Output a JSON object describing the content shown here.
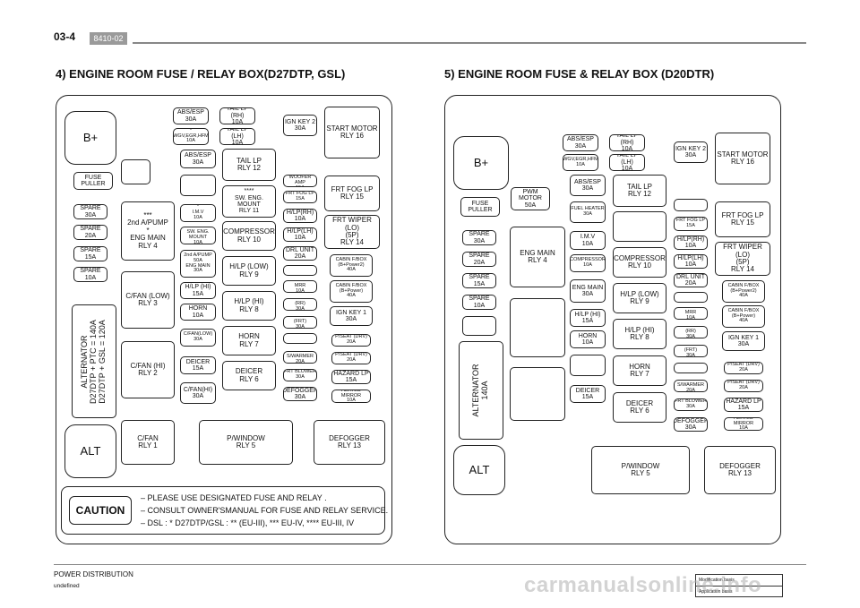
{
  "header": {
    "page": "03-4",
    "code": "8410-02"
  },
  "left": {
    "title": "4) ENGINE ROOM FUSE / RELAY BOX(D27DTP, GSL)",
    "bplus": "B+",
    "alt": "ALT",
    "fuse_puller": "FUSE\nPULLER",
    "spares": [
      "SPARE\n30A",
      "SPARE\n20A",
      "SPARE\n15A",
      "SPARE\n10A"
    ],
    "alternator": "ALTERNATOR\nD27DTP + PTC = 140A\nD27DTP + GSL = 120A",
    "col1": [
      "***\n2nd A/PUMP\n*\nENG MAIN\nRLY 4",
      "C/FAN (LOW)\nRLY 3",
      "C/FAN (HI)\nRLY 2",
      "C/FAN\nRLY 1"
    ],
    "col2": [
      "ABS/ESP\n30A",
      "*\nWGV,EGR,HFM\n10A",
      "ABS/ESP\n30A",
      "*\nI.M.V\n10A",
      "COMPRESSOR\nSW. ENG. MOUNT\n10A",
      "2nd A/PUMP\n50A\nENG MAIN\n30A",
      "H/LP (HI)\n15A",
      "HORN\n10A",
      "C/FAN(LOW)\n30A",
      "DEICER\n15A",
      "C/FAN(HI)\n30A"
    ],
    "col3": [
      "TAIL LP (RH)\n10A",
      "TAIL LP (LH)\n10A",
      "TAIL LP\nRLY 12",
      "****\nSW. ENG. MOUNT\nRLY 11",
      "COMPRESSOR\nRLY 10",
      "H/LP (LOW)\nRLY 9",
      "H/LP (HI)\nRLY 8",
      "HORN\nRLY 7",
      "DEICER\nRLY 6",
      "P/WINDOW\nRLY 5"
    ],
    "col4": [
      "IGN KEY 2\n30A",
      "*\nWOOFER AMP\n15A",
      "FRT FOG LP\n15A",
      "H/LP(RH)\n10A",
      "H/LP(LH)\n10A",
      "DRL UNIT\n20A",
      "FOLDING MRR\n10A",
      "P/WINDOW (RR)\n30A",
      "P/WINDOW (FRT)\n30A",
      "FRT S/WARMER\n20A",
      "FRT BLOWER\n30A",
      "DEFOGGER\n30A"
    ],
    "col5": [
      "START MOTOR\nRLY 16",
      "FRT FOG LP\nRLY 15",
      "FRT WIPER (LO)\n(5P)\nRLY 14",
      "CABIN F/BOX\n(B+Power2)\n40A",
      "CABIN F/BOX\n(B+Power)\n40A",
      "IGN KEY 1\n30A",
      "P/SEAT (DRV)\n20A",
      "P/SEAT (DRV)\n20A",
      "HAZARD LP\n15A",
      "HEATED MIRROR\n10A",
      "DEFOGGER\nRLY 13"
    ],
    "caution": "CAUTION",
    "caution_lines": [
      "PLEASE USE DESIGNATED FUSE AND RELAY .",
      "CONSULT OWNER'SMANUAL FOR FUSE AND RELAY SERVICE.",
      "DSL : * D27DTP/GSL : ** (EU-III),  *** EU-IV, **** EU-III, IV"
    ]
  },
  "right": {
    "title": "5) ENGINE ROOM FUSE & RELAY BOX (D20DTR)",
    "bplus": "B+",
    "alt": "ALT",
    "fuse_puller": "FUSE\nPULLER",
    "spares": [
      "SPARE\n30A",
      "SPARE\n20A",
      "SPARE\n15A",
      "SPARE\n10A"
    ],
    "alternator": "ALTERNATOR\n140A",
    "col1": [
      "PWM MOTOR\n50A",
      "ENG MAIN\nRLY 4"
    ],
    "col2": [
      "ABS/ESP\n30A",
      "WGV,EGR,HFM\n10A",
      "ABS/ESP\n30A",
      "FUEL HEATER\n30A",
      "I.M.V\n10A",
      "COMPRESSOR\n10A",
      "ENG MAIN\n30A",
      "H/LP (HI)\n15A",
      "HORN\n10A",
      "DEICER\n15A"
    ],
    "col3": [
      "TAIL LP (RH)\n10A",
      "TAIL LP (LH)\n10A",
      "TAIL LP\nRLY 12",
      "COMPRESSOR\nRLY 10",
      "H/LP (LOW)\nRLY 9",
      "H/LP (HI)\nRLY 8",
      "HORN\nRLY 7",
      "DEICER\nRLY 6",
      "P/WINDOW\nRLY 5"
    ],
    "col4": [
      "IGN KEY 2\n30A",
      "FRT FOG LP\n15A",
      "H/LP(RH)\n10A",
      "H/LP(LH)\n10A",
      "DRL UNIT\n20A",
      "FOLDING MRR\n10A",
      "P/WINDOW (RR)\n30A",
      "P/WINDOW (FRT)\n30A",
      "FRT S/WARMER\n20A",
      "FRT BLOWER\n30A",
      "DEFOGGER\n30A"
    ],
    "col5": [
      "START MOTOR\nRLY 16",
      "FRT FOG LP\nRLY 15",
      "FRT WIPER (LO)\n(5P)\nRLY 14",
      "CABIN F/BOX\n(B+Power2)\n40A",
      "CABIN F/BOX\n(B+Power)\n40A",
      "IGN KEY 1\n30A",
      "P/SEAT (DRV)\n20A",
      "P/SEAT (DRV)\n20A",
      "HAZARD LP\n15A",
      "HEATED MIRROR\n10A",
      "DEFOGGER\nRLY 13"
    ]
  },
  "footer": {
    "section": "POWER DISTRIBUTION",
    "sub": "undefined",
    "tb_row1": "Modification basis",
    "tb_row2": "Application basis",
    "watermark": "carmanualsonline.info"
  }
}
